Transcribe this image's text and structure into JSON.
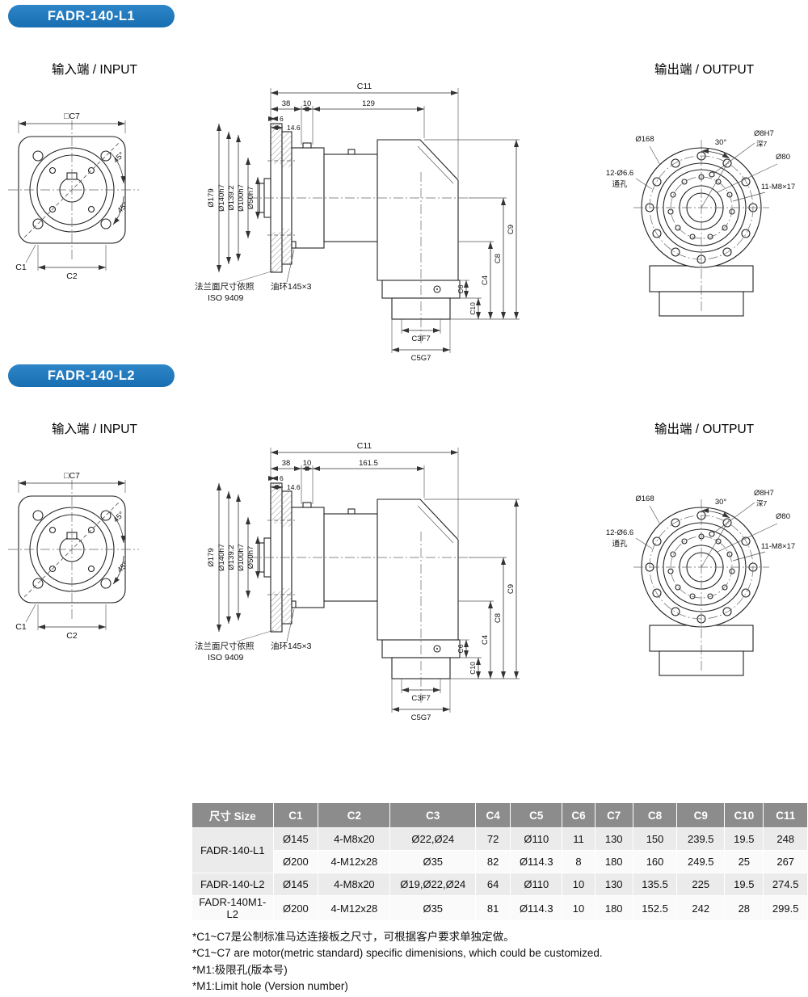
{
  "colors": {
    "badge_blue": "#1b76bd",
    "table_header_gray": "#8c8c8c"
  },
  "sections": [
    {
      "badge": "FADR-140-L1",
      "input_label": "输入端 / INPUT",
      "output_label": "输出端 / OUTPUT",
      "input_view": {
        "square_dim": "□C7",
        "angle_top": "45°",
        "angle_bottom": "45°",
        "c1": "C1",
        "c2": "C2"
      },
      "side_view": {
        "c11": "C11",
        "len1": "38",
        "len2": "10",
        "len3": "129",
        "len4": "6",
        "len5": "14.6",
        "dia_flange": "Ø179",
        "dia_spigot": "Ø140h7",
        "dia_bc": "Ø139.2",
        "dia_pilot": "Ø100h7",
        "dia_shaft": "Ø50h7",
        "flange_note_1": "法兰面尺寸依照",
        "flange_note_2": "ISO 9409",
        "oil_ring_note": "油环145×3",
        "c3": "C3F7",
        "c5": "C5G7",
        "c6": "C6",
        "c10": "C10",
        "c4": "C4",
        "c8": "C8",
        "c9": "C9"
      },
      "output_view": {
        "angle": "30°",
        "dowel_dia": "Ø8H7",
        "dowel_depth": "深7",
        "dia_outer": "Ø168",
        "dia_center": "Ø80",
        "through_holes": "12-Ø6.6",
        "through_label": "通孔",
        "tapped_holes": "11-M8×17"
      }
    },
    {
      "badge": "FADR-140-L2",
      "input_label": "输入端 / INPUT",
      "output_label": "输出端 / OUTPUT",
      "input_view": {
        "square_dim": "□C7",
        "angle_top": "45°",
        "angle_bottom": "45°",
        "c1": "C1",
        "c2": "C2"
      },
      "side_view": {
        "c11": "C11",
        "len1": "38",
        "len2": "10",
        "len3": "161.5",
        "len4": "6",
        "len5": "14.6",
        "dia_flange": "Ø179",
        "dia_spigot": "Ø140h7",
        "dia_bc": "Ø139.2",
        "dia_pilot": "Ø100h7",
        "dia_shaft": "Ø50h7",
        "flange_note_1": "法兰面尺寸依照",
        "flange_note_2": "ISO 9409",
        "oil_ring_note": "油环145×3",
        "c3": "C3F7",
        "c5": "C5G7",
        "c6": "C6",
        "c10": "C10",
        "c4": "C4",
        "c8": "C8",
        "c9": "C9"
      },
      "output_view": {
        "angle": "30°",
        "dowel_dia": "Ø8H7",
        "dowel_depth": "深7",
        "dia_outer": "Ø168",
        "dia_center": "Ø80",
        "through_holes": "12-Ø6.6",
        "through_label": "通孔",
        "tapped_holes": "11-M8×17"
      }
    }
  ],
  "table": {
    "columns": [
      "尺寸 Size",
      "C1",
      "C2",
      "C3",
      "C4",
      "C5",
      "C6",
      "C7",
      "C8",
      "C9",
      "C10",
      "C11"
    ],
    "rows": [
      {
        "label": "FADR-140-L1",
        "rowspan": 2,
        "cells": [
          "Ø145",
          "4-M8x20",
          "Ø22,Ø24",
          "72",
          "Ø110",
          "11",
          "130",
          "150",
          "239.5",
          "19.5",
          "248"
        ]
      },
      {
        "label": null,
        "rowspan": 1,
        "cells": [
          "Ø200",
          "4-M12x28",
          "Ø35",
          "82",
          "Ø114.3",
          "8",
          "180",
          "160",
          "249.5",
          "25",
          "267"
        ]
      },
      {
        "label": "FADR-140-L2",
        "rowspan": 1,
        "cells": [
          "Ø145",
          "4-M8x20",
          "Ø19,Ø22,Ø24",
          "64",
          "Ø110",
          "10",
          "130",
          "135.5",
          "225",
          "19.5",
          "274.5"
        ]
      },
      {
        "label": "FADR-140M1-L2",
        "rowspan": 1,
        "cells": [
          "Ø200",
          "4-M12x28",
          "Ø35",
          "81",
          "Ø114.3",
          "10",
          "180",
          "152.5",
          "242",
          "28",
          "299.5"
        ]
      }
    ]
  },
  "footnotes": [
    "*C1~C7是公制标准马达连接板之尺寸，可根据客户要求单独定做。",
    "*C1~C7 are motor(metric standard) specific dimenisions, which could be customized.",
    "*M1:极限孔(版本号)",
    "*M1:Limit hole (Version number)"
  ]
}
